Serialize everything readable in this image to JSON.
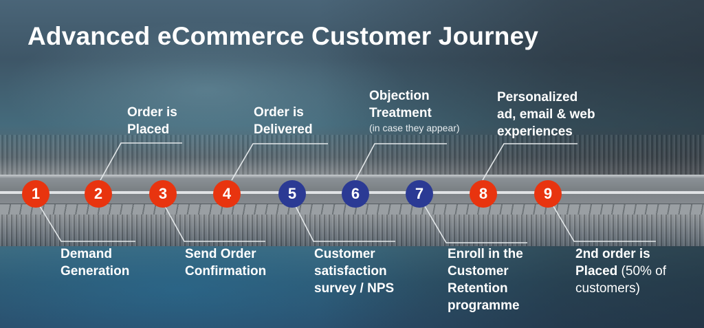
{
  "title": "Advanced eCommerce Customer Journey",
  "colors": {
    "step_red": "#e8340f",
    "step_navy": "#2b3a94",
    "text": "#ffffff",
    "leader_line": "#e4e8ea"
  },
  "steps": [
    {
      "number": "1",
      "color": "red",
      "position": "below",
      "lines": [
        "Demand",
        "Generation"
      ]
    },
    {
      "number": "2",
      "color": "red",
      "position": "above",
      "lines": [
        "Order is",
        "Placed"
      ]
    },
    {
      "number": "3",
      "color": "red",
      "position": "below",
      "lines": [
        "Send Order",
        "Confirmation"
      ]
    },
    {
      "number": "4",
      "color": "red",
      "position": "above",
      "lines": [
        "Order is",
        "Delivered"
      ]
    },
    {
      "number": "5",
      "color": "navy",
      "position": "below",
      "lines": [
        "Customer",
        "satisfaction",
        "survey / NPS"
      ]
    },
    {
      "number": "6",
      "color": "navy",
      "position": "above",
      "lines": [
        "Objection",
        "Treatment"
      ],
      "note": "(in case they appear)"
    },
    {
      "number": "7",
      "color": "navy",
      "position": "below",
      "lines": [
        "Enroll in the",
        "Customer",
        "Retention",
        "programme"
      ]
    },
    {
      "number": "8",
      "color": "red",
      "position": "above",
      "lines": [
        "Personalized",
        "ad,  email & web",
        "experiences"
      ]
    },
    {
      "number": "9",
      "color": "red",
      "position": "below",
      "lines": [
        "2nd order is",
        "Placed"
      ],
      "light_inline": " (50% of",
      "light_lines": [
        "customers)"
      ]
    }
  ]
}
